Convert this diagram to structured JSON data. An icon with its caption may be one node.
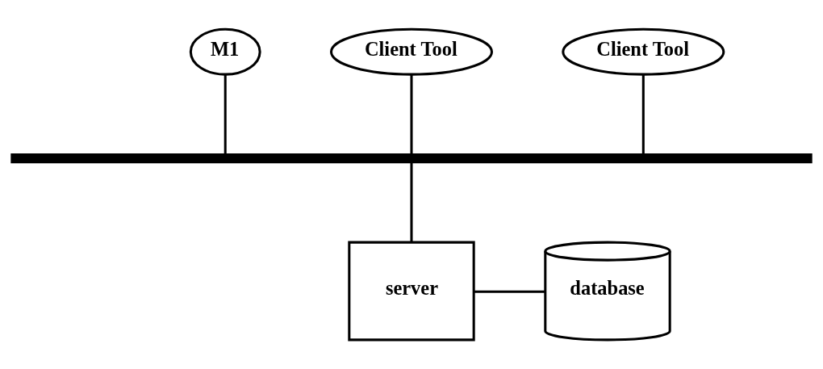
{
  "diagram": {
    "nodes": [
      {
        "text": [
          "M1"
        ]
      },
      {
        "text": [
          "Client Tool"
        ]
      },
      {
        "text": [
          "Client Tool"
        ]
      },
      {
        "text": [],
        "shape": "bar"
      },
      {
        "text": [
          "server"
        ]
      },
      {
        "text": [
          "database"
        ]
      }
    ],
    "edges": [
      {
        "from": 0,
        "to": 3,
        "arrow": "none"
      },
      {
        "from": 1,
        "to": 3,
        "arrow": "none"
      },
      {
        "from": 2,
        "to": 3,
        "arrow": "none"
      },
      {
        "from": 3,
        "to": 4,
        "arrow": "none"
      },
      {
        "from": 4,
        "to": 5,
        "arrow": "none"
      }
    ]
  }
}
